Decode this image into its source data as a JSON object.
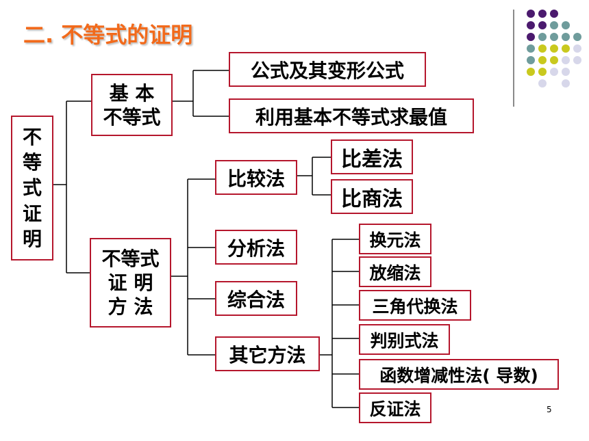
{
  "title": "二. 不等式的证明",
  "root": "不\n等\n式\n证\n明",
  "basic": {
    "label": "基  本\n不等式",
    "children": [
      "公式及其变形公式",
      "利用基本不等式求最值"
    ]
  },
  "methods": {
    "label": "不等式\n证  明\n方  法",
    "comparison": {
      "label": "比较法",
      "children": [
        "比差法",
        "比商法"
      ]
    },
    "analysis": "分析法",
    "synthesis": "综合法",
    "others": {
      "label": "其它方法",
      "children": [
        "换元法",
        "放缩法",
        "三角代换法",
        "判别式法",
        "函数增减性法( 导数)",
        "反证法"
      ]
    }
  },
  "page_number": "5",
  "colors": {
    "title": "#f26a1b",
    "box_border": "#b5162c",
    "line": "#000000",
    "dot_purple": "#4b1a6e",
    "dot_teal": "#6f9c9c",
    "dot_yellow": "#c9c91e",
    "dot_lavender": "#d7d7ea"
  }
}
